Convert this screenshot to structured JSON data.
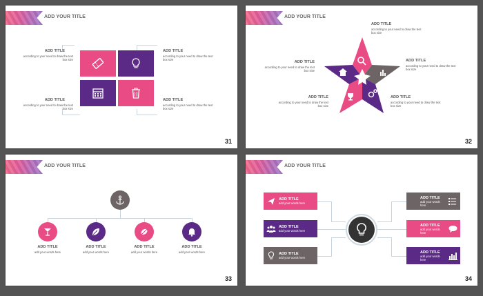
{
  "colors": {
    "pink": "#e94b84",
    "purple": "#5b2a86",
    "gray": "#6d6565",
    "background": "#545454"
  },
  "slides": [
    {
      "title": "ADD YOUR TITLE",
      "number": "31",
      "items": [
        {
          "title": "ADD TITLE",
          "text": "according to your need to draw the text box size",
          "icon": "ticket-icon"
        },
        {
          "title": "ADD TITLE",
          "text": "according to your need to draw the text box size",
          "icon": "lightbulb-icon"
        },
        {
          "title": "ADD TITLE",
          "text": "according to your need to draw the text box size",
          "icon": "calendar-icon"
        },
        {
          "title": "ADD TITLE",
          "text": "according to your need to draw the text box size",
          "icon": "trash-icon"
        }
      ]
    },
    {
      "title": "ADD YOUR TITLE",
      "number": "32",
      "items": [
        {
          "title": "ADD TITLE",
          "text": "according to your need to draw the text box size",
          "icon": "search-icon"
        },
        {
          "title": "ADD TITLE",
          "text": "according to your need to draw the text box size",
          "icon": "bar-chart-icon"
        },
        {
          "title": "ADD TITLE",
          "text": "according to your need to draw the text box size",
          "icon": "gears-icon"
        },
        {
          "title": "ADD TITLE",
          "text": "according to your need to draw the text box size",
          "icon": "trophy-icon"
        },
        {
          "title": "ADD TITLE",
          "text": "according to your need to draw the text box size",
          "icon": "home-icon"
        }
      ]
    },
    {
      "title": "ADD YOUR TITLE",
      "number": "33",
      "items": [
        {
          "title": "ADD TITLE",
          "text": "add your words here",
          "icon": "cocktail-icon"
        },
        {
          "title": "ADD TITLE",
          "text": "add your words here",
          "icon": "leaf-icon"
        },
        {
          "title": "ADD TITLE",
          "text": "add your words here",
          "icon": "leaf-oval-icon"
        },
        {
          "title": "ADD TITLE",
          "text": "add your words here",
          "icon": "bell-icon"
        }
      ]
    },
    {
      "title": "ADD YOUR TITLE",
      "number": "34",
      "items": [
        {
          "title": "ADD TITLE",
          "text": "add your words here",
          "icon": "paper-plane-icon"
        },
        {
          "title": "ADD TITLE",
          "text": "add your words here",
          "icon": "people-icon"
        },
        {
          "title": "ADD TITLE",
          "text": "add your words here",
          "icon": "lightbulb-icon"
        },
        {
          "title": "ADD TITLE",
          "text": "add your words here",
          "icon": "list-icon"
        },
        {
          "title": "ADD TITLE",
          "text": "add your words here",
          "icon": "chat-icon"
        },
        {
          "title": "ADD TITLE",
          "text": "add your words here",
          "icon": "bar-chart-icon"
        }
      ]
    }
  ]
}
